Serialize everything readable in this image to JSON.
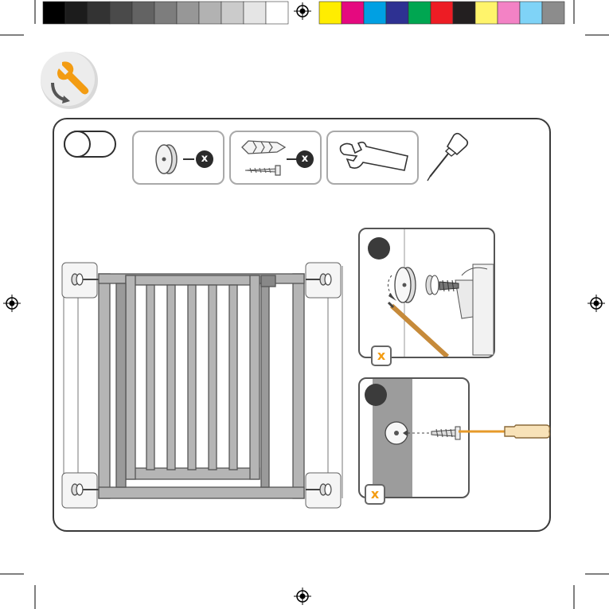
{
  "color_bar": {
    "grays": [
      "#000000",
      "#1c1c1c",
      "#333333",
      "#4a4a4a",
      "#636363",
      "#7d7d7d",
      "#979797",
      "#b2b2b2",
      "#cbcbcb",
      "#e5e5e5",
      "#ffffff"
    ],
    "colors": [
      "#ffed00",
      "#e5097f",
      "#00a0e3",
      "#2e3192",
      "#00a651",
      "#ed1c24",
      "#231f20",
      "#fff46b",
      "#f382c5",
      "#7fd3f7",
      "#8c8c8c"
    ]
  },
  "icons": {
    "tools": "wrench-icon",
    "washer": "washer-icon",
    "wall_plug": "wall-plug-icon",
    "screw": "screw-icon",
    "spanner": "spanner-icon",
    "screwdriver": "screwdriver-icon",
    "pencil": "pencil-icon"
  },
  "parts": {
    "washer_qty_symbol": "x",
    "plug_screw_qty_symbol": "x"
  },
  "steps": {
    "mark_note": "x",
    "drill_note": "x"
  },
  "accent_colors": {
    "orange": "#f39c12",
    "frame": "#3a3a3a",
    "gate": "#9a9a9a"
  }
}
